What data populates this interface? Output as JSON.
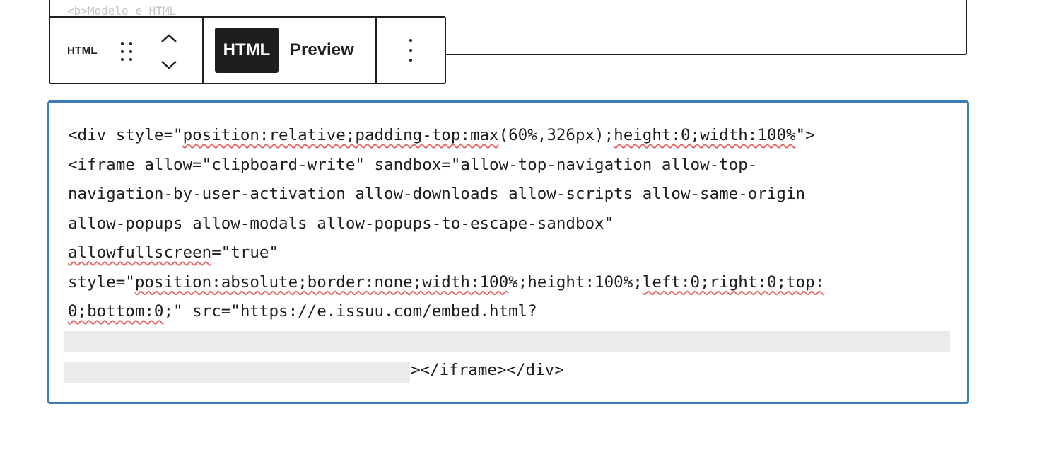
{
  "previous_block": {
    "text": "<b>Modelo e HTML"
  },
  "toolbar": {
    "block_type_label": "HTML",
    "html_tab_label": "HTML",
    "preview_tab_label": "Preview"
  },
  "editor": {
    "lines": [
      {
        "segments": [
          {
            "text": "<div style=\"",
            "spell": false
          },
          {
            "text": "position:relative;padding-top:max",
            "spell": true
          },
          {
            "text": "(60%,326px);",
            "spell": false
          },
          {
            "text": "height:0;width:100%",
            "spell": true
          },
          {
            "text": "\">",
            "spell": false
          }
        ]
      },
      {
        "segments": [
          {
            "text": "<iframe allow=\"clipboard-write\" sandbox=\"allow-top-navigation allow-top-",
            "spell": false
          }
        ]
      },
      {
        "segments": [
          {
            "text": "navigation-by-user-activation allow-downloads allow-scripts allow-same-origin",
            "spell": false
          }
        ]
      },
      {
        "segments": [
          {
            "text": "allow-popups allow-modals allow-popups-to-escape-sandbox\"",
            "spell": false
          }
        ]
      },
      {
        "segments": [
          {
            "text": "allowfullscreen",
            "spell": true
          },
          {
            "text": "=\"true\"",
            "spell": false
          }
        ]
      },
      {
        "segments": [
          {
            "text": "style=\"",
            "spell": false
          },
          {
            "text": "position:absolute;border:none;width:100",
            "spell": true
          },
          {
            "text": "%;height:100%;",
            "spell": false
          },
          {
            "text": "left:0;right:0;top:",
            "spell": true
          }
        ]
      },
      {
        "segments": [
          {
            "text": "0;bottom:0",
            "spell": true
          },
          {
            "text": ";\" src=\"https://e.issuu.com/embed.html?",
            "spell": false
          }
        ]
      }
    ],
    "tail": "></iframe></div>"
  }
}
